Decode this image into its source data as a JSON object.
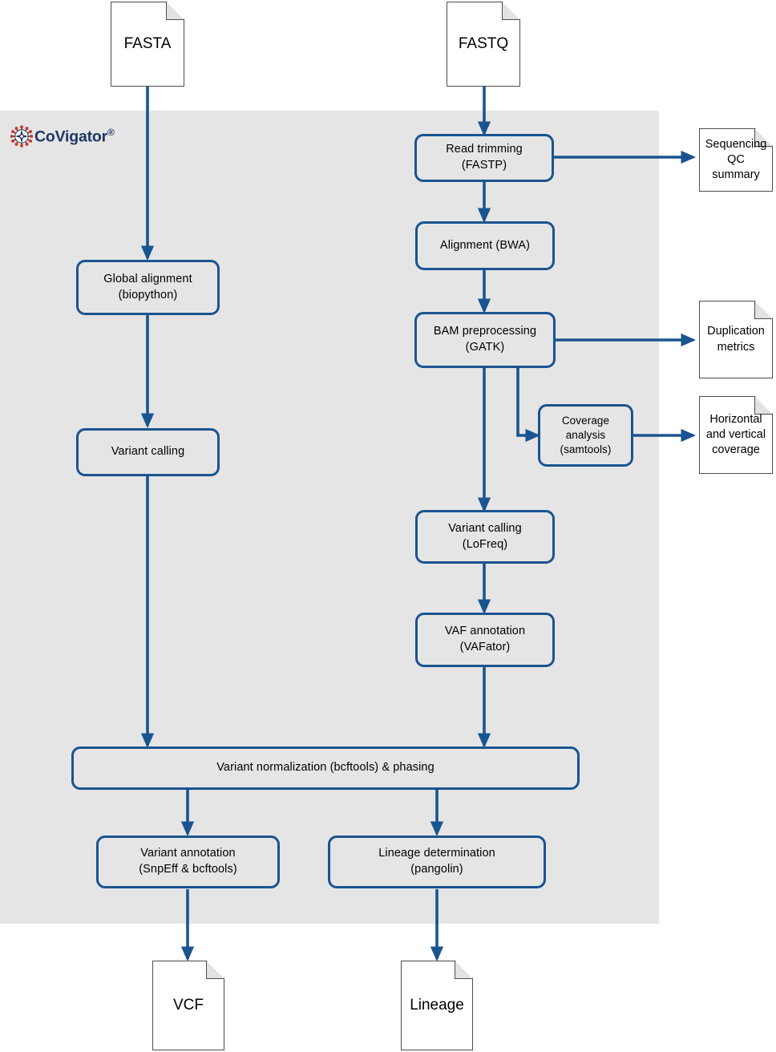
{
  "brand": {
    "name": "CoVigator",
    "registered": "®",
    "logo_icon": "virus-compass-icon",
    "color": "#1f3864"
  },
  "colors": {
    "panel": "#e5e5e5",
    "node_border": "#1a5490",
    "node_fill": "#e5e5e5",
    "arrow": "#1a5490",
    "doc_border": "#4d4d4d",
    "doc_fill": "#ffffff",
    "text": "#000000"
  },
  "inputs": [
    {
      "id": "fasta",
      "label": "FASTA"
    },
    {
      "id": "fastq",
      "label": "FASTQ"
    }
  ],
  "processes": [
    {
      "id": "global-alignment",
      "line1": "Global alignment",
      "line2": "(biopython)"
    },
    {
      "id": "variant-calling-assembly",
      "line1": "Variant calling",
      "line2": ""
    },
    {
      "id": "read-trimming",
      "line1": "Read trimming",
      "line2": "(FASTP)"
    },
    {
      "id": "alignment",
      "line1": "Alignment (BWA)",
      "line2": ""
    },
    {
      "id": "bam-preprocessing",
      "line1": "BAM preprocessing",
      "line2": "(GATK)"
    },
    {
      "id": "coverage-analysis",
      "line1": "Coverage",
      "line2": "analysis",
      "line3": "(samtools)"
    },
    {
      "id": "variant-calling-lofreq",
      "line1": "Variant calling",
      "line2": "(LoFreq)"
    },
    {
      "id": "vaf-annotation",
      "line1": "VAF annotation",
      "line2": "(VAFator)"
    },
    {
      "id": "variant-normalization",
      "line1": "Variant normalization (bcftools) & phasing",
      "line2": ""
    },
    {
      "id": "variant-annotation",
      "line1": "Variant annotation",
      "line2": "(SnpEff & bcftools)"
    },
    {
      "id": "lineage-determination",
      "line1": "Lineage determination",
      "line2": "(pangolin)"
    }
  ],
  "reports": [
    {
      "id": "sequencing-qc",
      "line1": "Sequencing",
      "line2": "QC",
      "line3": "summary"
    },
    {
      "id": "duplication-metrics",
      "line1": "Duplication",
      "line2": "metrics",
      "line3": ""
    },
    {
      "id": "coverage-report",
      "line1": "Horizontal",
      "line2": "and vertical",
      "line3": "coverage"
    }
  ],
  "outputs": [
    {
      "id": "vcf",
      "label": "VCF"
    },
    {
      "id": "lineage",
      "label": "Lineage"
    }
  ]
}
